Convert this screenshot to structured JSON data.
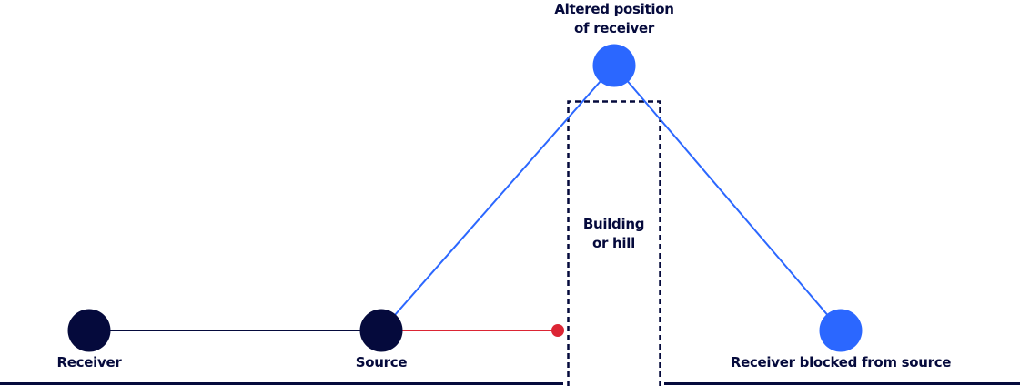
{
  "diagram": {
    "colors": {
      "navy": "#050a3c",
      "blue": "#2b67ff",
      "red": "#dc2534"
    },
    "nodes": {
      "receiver": {
        "label": "Receiver"
      },
      "source": {
        "label": "Source"
      },
      "altered_receiver": {
        "label_line1": "Altered position",
        "label_line2": "of receiver"
      },
      "blocked_receiver": {
        "label": "Receiver blocked from source"
      }
    },
    "obstacle": {
      "label_line1": "Building",
      "label_line2": "or hill"
    }
  }
}
